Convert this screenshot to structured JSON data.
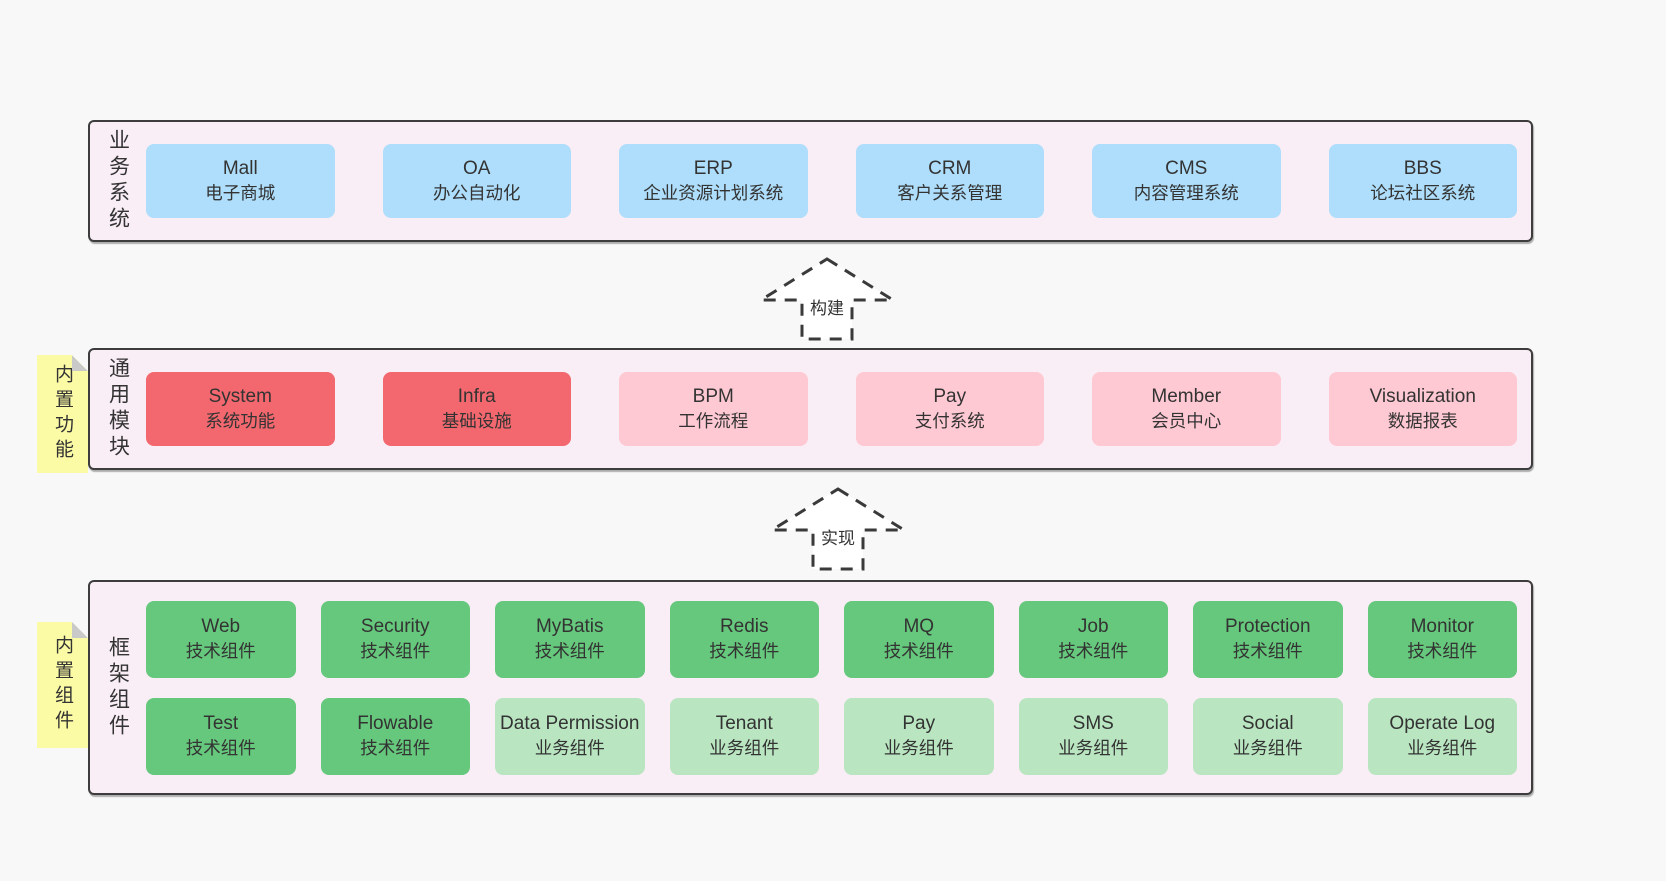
{
  "colors": {
    "page_bg": "#f8f8f8",
    "band_fill": "#f9edf6",
    "band_border": "#3d3d3d",
    "blue": "#aedefb",
    "red": "#f3686e",
    "pink": "#ffc9d3",
    "green": "#66c87c",
    "green_light": "#b9e6c1",
    "sticky": "#fbfaa5",
    "sticky_fold": "#c9c9c9",
    "text": "#333333",
    "arrow_stroke": "#3a3a3a"
  },
  "arrows": [
    {
      "label": "构建"
    },
    {
      "label": "实现"
    }
  ],
  "bands": [
    {
      "label": "业务系统",
      "sticky": "",
      "boxes": [
        {
          "en": "Mall",
          "zh": "电子商城",
          "variant": "blue"
        },
        {
          "en": "OA",
          "zh": "办公自动化",
          "variant": "blue"
        },
        {
          "en": "ERP",
          "zh": "企业资源计划系统",
          "variant": "blue"
        },
        {
          "en": "CRM",
          "zh": "客户关系管理",
          "variant": "blue"
        },
        {
          "en": "CMS",
          "zh": "内容管理系统",
          "variant": "blue"
        },
        {
          "en": "BBS",
          "zh": "论坛社区系统",
          "variant": "blue"
        }
      ]
    },
    {
      "label": "通用模块",
      "sticky": "内置功能",
      "boxes": [
        {
          "en": "System",
          "zh": "系统功能",
          "variant": "red"
        },
        {
          "en": "Infra",
          "zh": "基础设施",
          "variant": "red"
        },
        {
          "en": "BPM",
          "zh": "工作流程",
          "variant": "pink"
        },
        {
          "en": "Pay",
          "zh": "支付系统",
          "variant": "pink"
        },
        {
          "en": "Member",
          "zh": "会员中心",
          "variant": "pink"
        },
        {
          "en": "Visualization",
          "zh": "数据报表",
          "variant": "pink"
        }
      ]
    },
    {
      "label": "框架组件",
      "sticky": "内置组件",
      "boxes": [
        {
          "en": "Web",
          "zh": "技术组件",
          "variant": "green"
        },
        {
          "en": "Security",
          "zh": "技术组件",
          "variant": "green"
        },
        {
          "en": "MyBatis",
          "zh": "技术组件",
          "variant": "green"
        },
        {
          "en": "Redis",
          "zh": "技术组件",
          "variant": "green"
        },
        {
          "en": "MQ",
          "zh": "技术组件",
          "variant": "green"
        },
        {
          "en": "Job",
          "zh": "技术组件",
          "variant": "green"
        },
        {
          "en": "Protection",
          "zh": "技术组件",
          "variant": "green"
        },
        {
          "en": "Monitor",
          "zh": "技术组件",
          "variant": "green"
        },
        {
          "en": "Test",
          "zh": "技术组件",
          "variant": "green"
        },
        {
          "en": "Flowable",
          "zh": "技术组件",
          "variant": "green"
        },
        {
          "en": "Data Permission",
          "zh": "业务组件",
          "variant": "green_light"
        },
        {
          "en": "Tenant",
          "zh": "业务组件",
          "variant": "green_light"
        },
        {
          "en": "Pay",
          "zh": "业务组件",
          "variant": "green_light"
        },
        {
          "en": "SMS",
          "zh": "业务组件",
          "variant": "green_light"
        },
        {
          "en": "Social",
          "zh": "业务组件",
          "variant": "green_light"
        },
        {
          "en": "Operate Log",
          "zh": "业务组件",
          "variant": "green_light"
        }
      ]
    }
  ]
}
